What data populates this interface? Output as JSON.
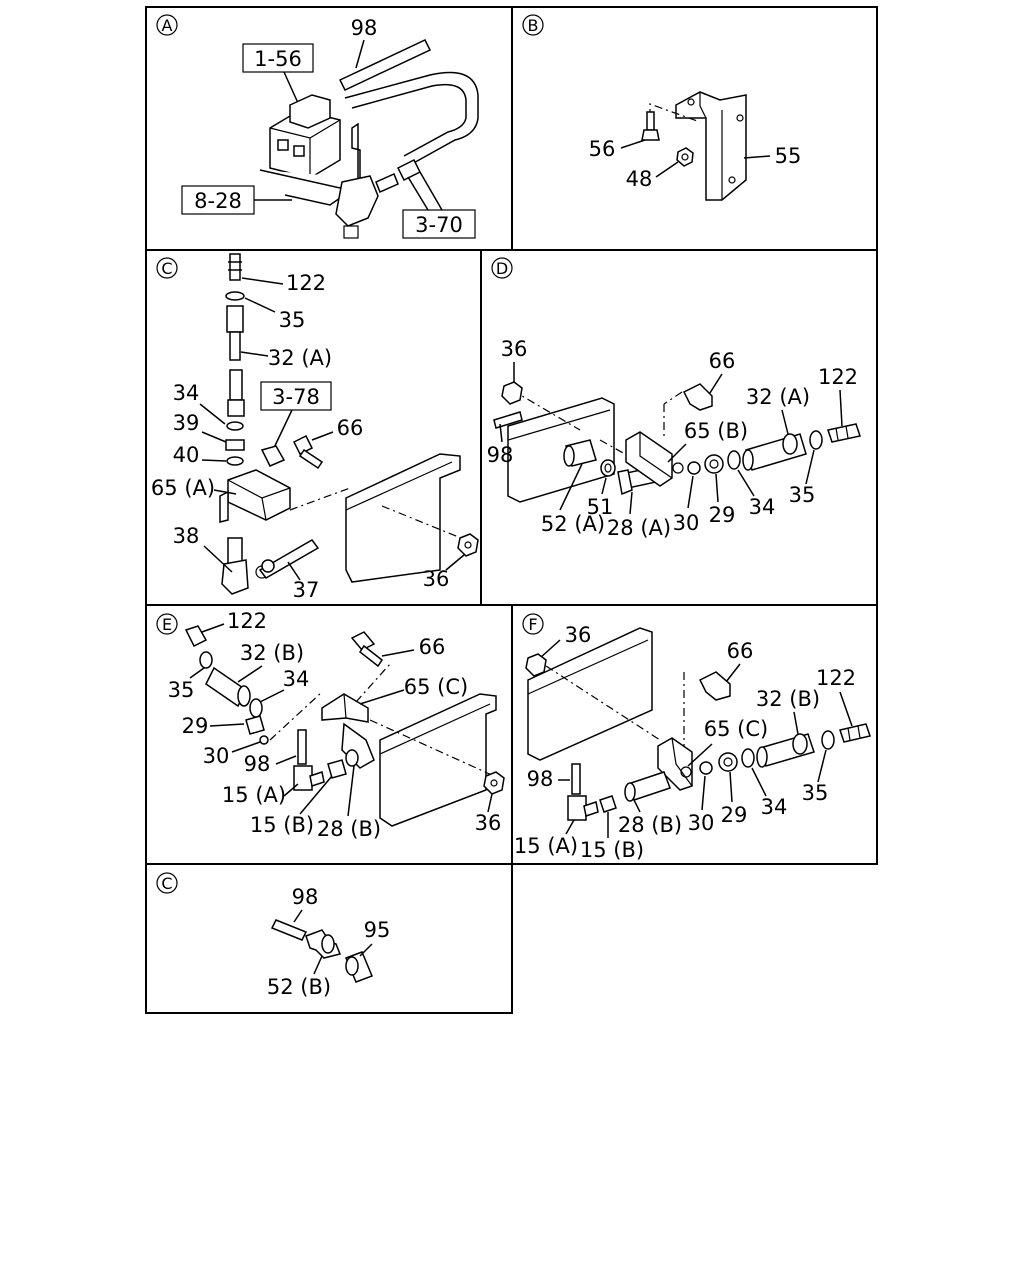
{
  "panels": {
    "A": {
      "letter": "A",
      "labels": {
        "p98": "98",
        "ref_1_56": "1-56",
        "ref_8_28": "8-28",
        "ref_3_70": "3-70"
      }
    },
    "B": {
      "letter": "B",
      "labels": {
        "p56": "56",
        "p48": "48",
        "p55": "55"
      }
    },
    "C": {
      "letter": "C",
      "labels": {
        "p122": "122",
        "p35": "35",
        "p32A": "32 (A)",
        "p34": "34",
        "ref_3_78": "3-78",
        "p39": "39",
        "p66": "66",
        "p40": "40",
        "p65A": "65 (A)",
        "p38": "38",
        "p37": "37",
        "p36": "36"
      }
    },
    "D": {
      "letter": "D",
      "labels": {
        "p36": "36",
        "p66": "66",
        "p122": "122",
        "p32A": "32 (A)",
        "p65B": "65 (B)",
        "p98": "98",
        "p51": "51",
        "p52A": "52 (A)",
        "p28A": "28 (A)",
        "p30": "30",
        "p29": "29",
        "p34": "34",
        "p35": "35"
      }
    },
    "E": {
      "letter": "E",
      "labels": {
        "p122": "122",
        "p32B": "32 (B)",
        "p66": "66",
        "p35": "35",
        "p34": "34",
        "p65C": "65 (C)",
        "p29": "29",
        "p30": "30",
        "p98": "98",
        "p15A": "15 (A)",
        "p15B": "15 (B)",
        "p28B": "28 (B)",
        "p36": "36"
      }
    },
    "F": {
      "letter": "F",
      "labels": {
        "p36": "36",
        "p66": "66",
        "p122": "122",
        "p32B": "32 (B)",
        "p65C": "65 (C)",
        "p98": "98",
        "p28B": "28 (B)",
        "p30": "30",
        "p29": "29",
        "p34": "34",
        "p35": "35",
        "p15A": "15 (A)",
        "p15B": "15 (B)"
      }
    },
    "G": {
      "letter": "C",
      "labels": {
        "p98": "98",
        "p95": "95",
        "p52B": "52 (B)"
      }
    }
  }
}
